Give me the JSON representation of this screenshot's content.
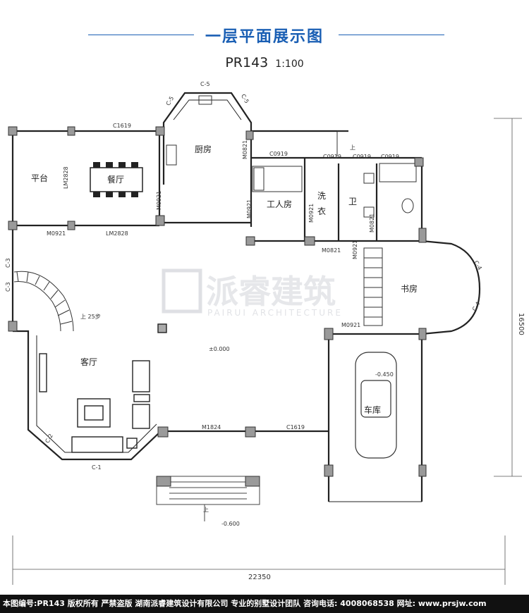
{
  "header": {
    "title": "一层平面展示图",
    "plan_code": "PR143",
    "scale": "1:100"
  },
  "rooms": {
    "platform": "平台",
    "dining": "餐厅",
    "kitchen": "厨房",
    "worker_room": "工人房",
    "laundry_1": "洗",
    "laundry_2": "衣",
    "bathroom": "卫",
    "study": "书房",
    "living": "客厅",
    "garage": "车库"
  },
  "labels": {
    "c5_top": "C-5",
    "c5_left": "C-5",
    "c5_right": "C-5",
    "c1619_top": "C1619",
    "c0919_a": "C0919",
    "c0919_b": "C0919",
    "c0919_c": "C0919",
    "c0919_d": "C0919",
    "m0821_kitchen": "M0821",
    "m0921_kitchen": "M0921",
    "lm2828_vertical": "LM2828",
    "lm2828_horizontal": "LM2828",
    "m0921_platform": "M0921",
    "m0921_worker": "M0921",
    "m0921_laundry": "M0921",
    "m0821_bath": "M0821",
    "m0821_corridor": "M0821",
    "m0921_stair": "M0921",
    "m0921_garage": "M0921",
    "c4_top": "C-4",
    "c4_bottom": "C-4",
    "c3_top": "C-3",
    "c3_bottom": "C-3",
    "stair_note": "上 25步",
    "elev_zero": "±0.000",
    "elev_garage": "-0.450",
    "elev_outside": "-0.600",
    "m1824": "M1824",
    "c1619_bottom": "C1619",
    "c2": "C-2",
    "c1": "C-1",
    "up_bottom": "上",
    "up_top": "上"
  },
  "dimensions": {
    "width": "22350",
    "depth": "16500"
  },
  "watermark": {
    "cn": "派睿建筑",
    "en": "PAIRUI ARCHITECTURE"
  },
  "footer": {
    "text": "本图编号:PR143 版权所有 严禁盗版 湖南派睿建筑设计有限公司 专业的别墅设计团队 咨询电话: 4008068538 网址: www.prsjw.com"
  },
  "colors": {
    "title": "#1a5fb4",
    "wall": "#222222",
    "column": "#9a9a9a",
    "footer_bg": "#111111"
  }
}
